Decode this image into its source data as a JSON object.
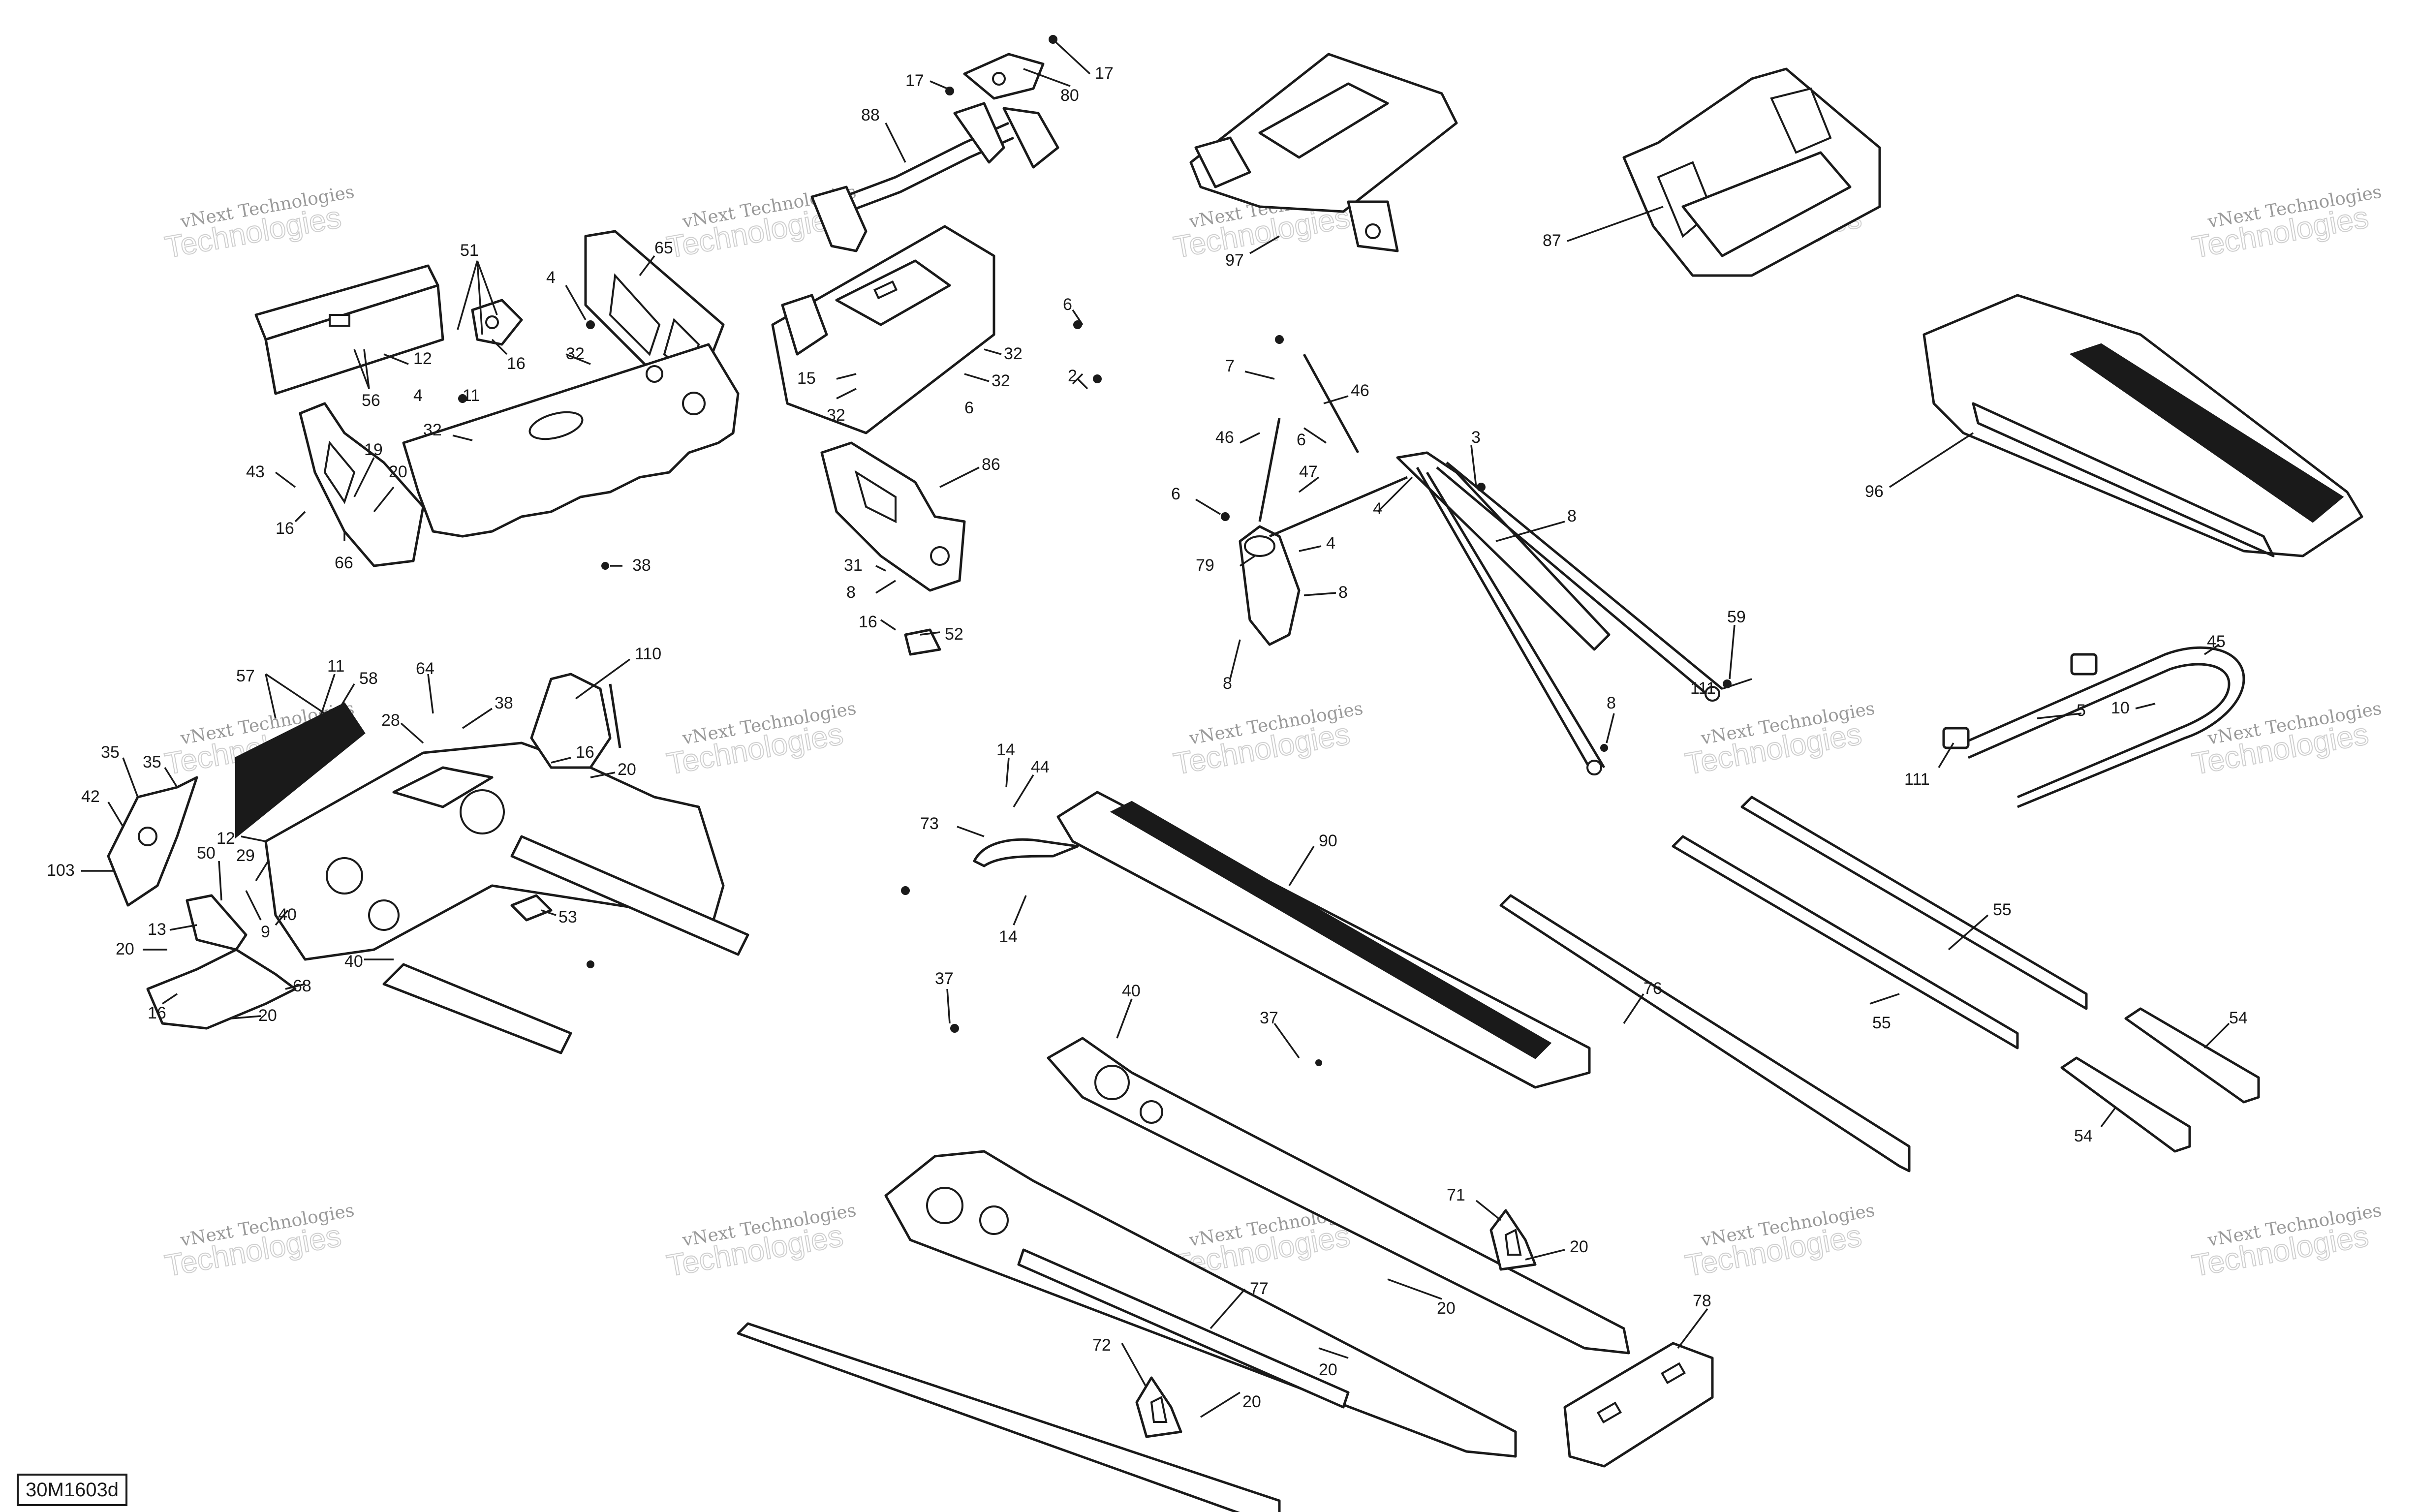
{
  "figure_code": "30M1603d",
  "watermark": {
    "line1": "vNext Technologies",
    "line2": "Technologies"
  },
  "callouts": [
    "17",
    "17",
    "80",
    "88",
    "97",
    "87",
    "51",
    "65",
    "4",
    "12",
    "16",
    "11",
    "4",
    "56",
    "32",
    "32",
    "43",
    "19",
    "20",
    "16",
    "66",
    "38",
    "6",
    "15",
    "32",
    "32",
    "6",
    "32",
    "2",
    "86",
    "31",
    "8",
    "16",
    "52",
    "7",
    "46",
    "46",
    "6",
    "47",
    "3",
    "4",
    "6",
    "4",
    "79",
    "8",
    "59",
    "8",
    "8",
    "8",
    "96",
    "45",
    "111",
    "5",
    "10",
    "111",
    "57",
    "11",
    "58",
    "64",
    "110",
    "35",
    "35",
    "42",
    "103",
    "28",
    "38",
    "16",
    "20",
    "12",
    "50",
    "29",
    "13",
    "9",
    "40",
    "20",
    "68",
    "40",
    "16",
    "20",
    "53",
    "14",
    "44",
    "73",
    "14",
    "90",
    "76",
    "55",
    "55",
    "54",
    "54",
    "37",
    "40",
    "37",
    "71",
    "20",
    "20",
    "78",
    "20",
    "72",
    "77",
    "20"
  ]
}
